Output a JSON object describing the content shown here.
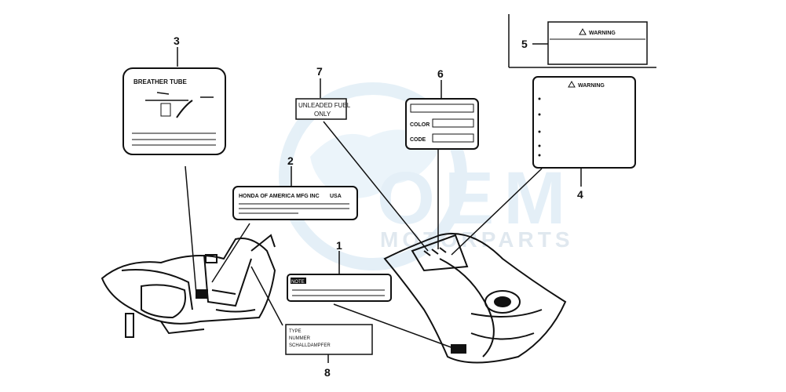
{
  "callouts": {
    "c1": "1",
    "c2": "2",
    "c3": "3",
    "c4": "4",
    "c5": "5",
    "c6": "6",
    "c7": "7",
    "c8": "8"
  },
  "labels": {
    "breather_tube": "BREATHER TUBE",
    "honda_america": "HONDA OF AMERICA MFG INC",
    "usa": "USA",
    "unleaded_line1": "UNLEADED FUEL",
    "unleaded_line2": "ONLY",
    "color": "COLOR",
    "code": "CODE",
    "warning": "WARNING",
    "label1_tag": "NOTE",
    "type": "TYPE",
    "nummer": "NUMMER",
    "schalldampfer": "SCHALLDAMPFER"
  },
  "watermark": {
    "logo": "OEM",
    "text": "MOTORPARTS",
    "accent_color": "#9ecbe6"
  }
}
